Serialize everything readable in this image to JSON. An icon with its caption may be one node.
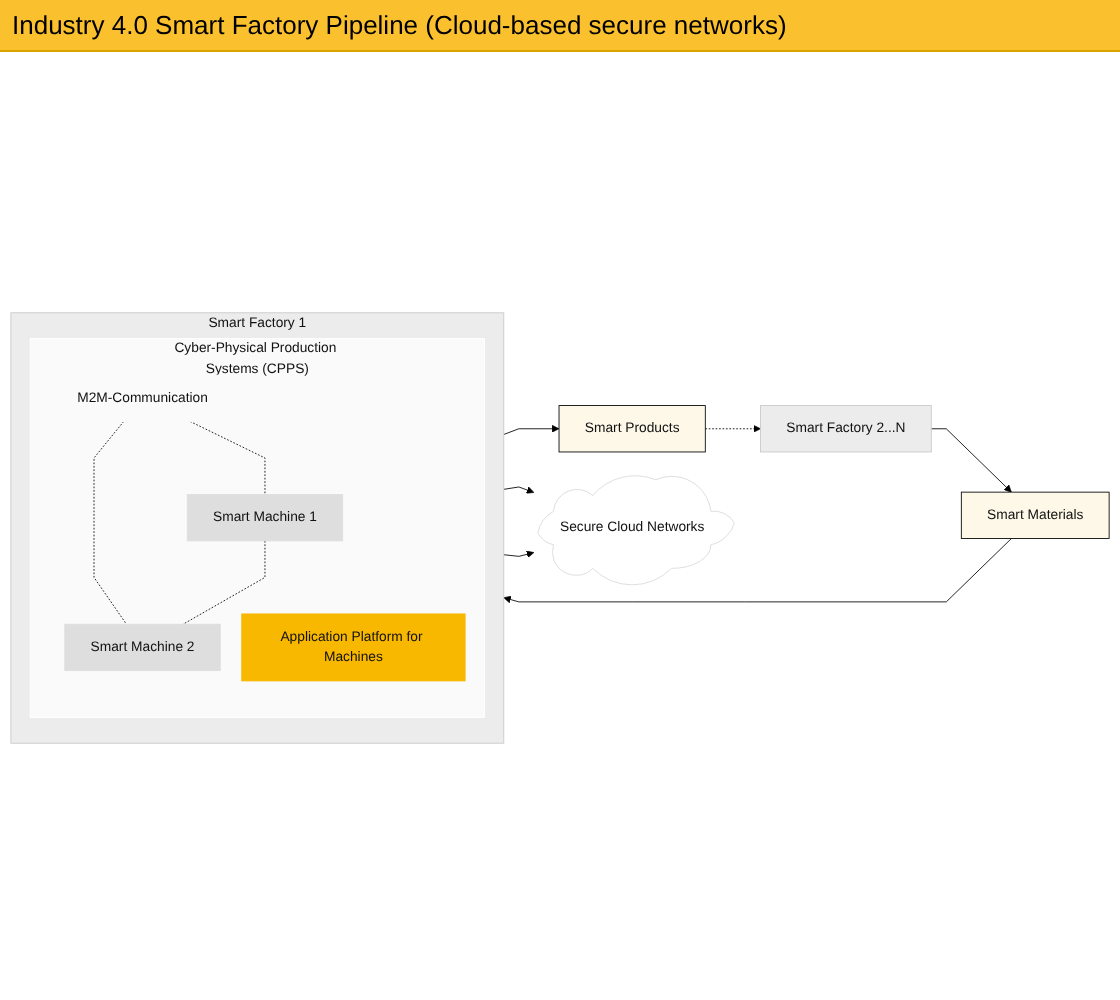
{
  "diagram": {
    "title": "Industry 4.0 Smart Factory Pipeline (Cloud-based secure networks)",
    "nodes": [
      {
        "text": [
          "Smart Factory 2...N"
        ]
      },
      {
        "text": [
          "Smart Factory 1"
        ]
      },
      {
        "text": [
          "Cyber-Physical Production Systems (CPPS)"
        ],
        "in": 1
      },
      {
        "text": [
          "M2M-Communication"
        ],
        "in": 2
      },
      {
        "text": [
          "Smart Machine 1"
        ],
        "in": 2
      },
      {
        "text": [
          "Smart Machine 2"
        ],
        "in": 2
      },
      {
        "text": [
          "Application Platform for Machines"
        ],
        "in": 2
      },
      {
        "text": [
          "Smart Materials"
        ]
      },
      {
        "text": [
          "Smart Products"
        ]
      },
      {
        "text": [
          "Secure Cloud Networks"
        ]
      }
    ],
    "edges": [
      {
        "from": 0,
        "to": 7,
        "arrow": "to"
      },
      {
        "from": 7,
        "to": 1,
        "arrow": "to"
      },
      {
        "from": 1,
        "to": 8,
        "arrow": "to"
      },
      {
        "from": 8,
        "to": 0,
        "arrow": "to",
        "style": "dashed"
      },
      {
        "from": 3,
        "to": 4,
        "arrow": "none",
        "style": "dashed"
      },
      {
        "from": 3,
        "to": 5,
        "arrow": "none",
        "style": "dashed"
      },
      {
        "from": 4,
        "to": 5,
        "arrow": "none",
        "style": "dashed"
      },
      {
        "from": 1,
        "to": 9,
        "arrow": "to"
      },
      {
        "from": 1,
        "to": 9,
        "arrow": "to"
      }
    ]
  }
}
